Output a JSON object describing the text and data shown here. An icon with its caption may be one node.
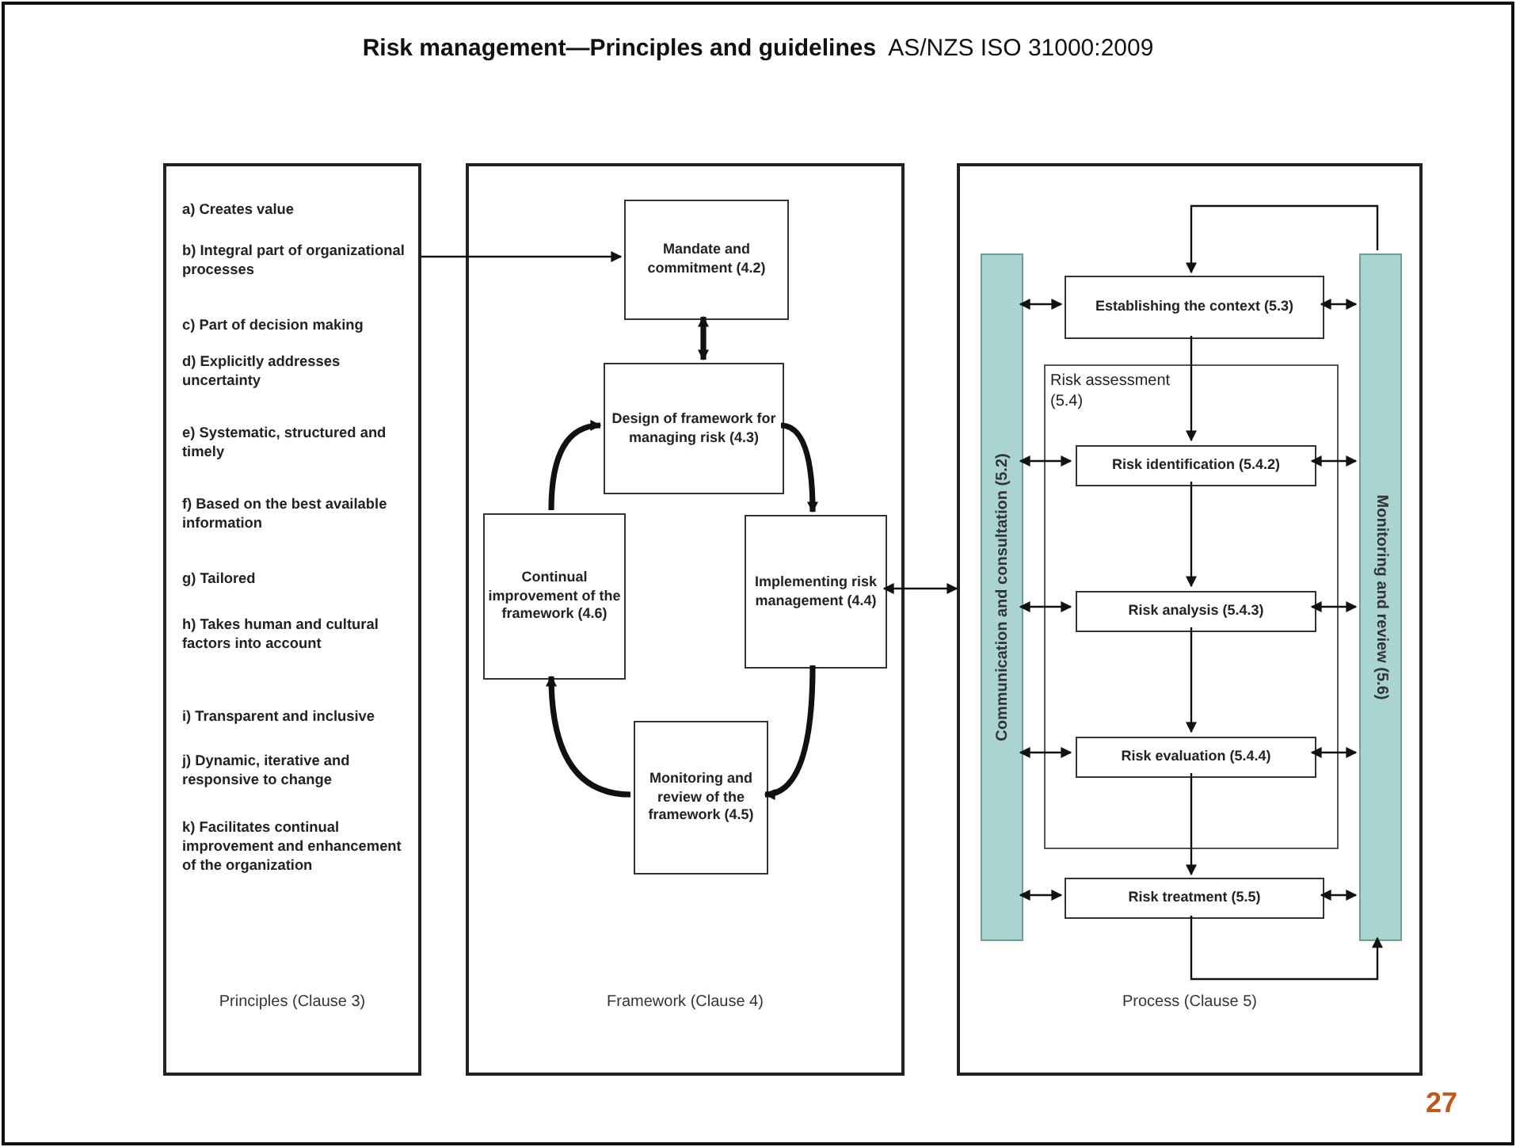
{
  "diagram": {
    "title": "**Risk management—Principles and guidelines**  AS/NZS ISO 31000:2009",
    "nodes": [
      {
        "text": [
          "a) Creates value",
          "b) Integral part of organizational processes",
          "c) Part of decision making",
          "d) Explicitly addresses uncertainty",
          "e) Systematic, structured and timely",
          "f) Based on the best available information",
          "g) Tailored",
          "h) Takes human and cultural factors into account",
          "i) Transparent and inclusive",
          "j) Dynamic, iterative and responsive to change",
          "k) Facilitates continual improvement and enhancement of the organization",
          "Principles (Clause 3)"
        ]
      },
      {
        "text": [
          "Framework (Clause 4)"
        ]
      },
      {
        "text": [
          "Mandate and commitment (4.2)"
        ],
        "in": 1
      },
      {
        "text": [
          "Design of framework for managing risk (4.3)"
        ],
        "in": 1
      },
      {
        "text": [
          "Continual improvement of the framework (4.6)"
        ],
        "in": 1
      },
      {
        "text": [
          "Implementing risk management (4.4)"
        ],
        "in": 1
      },
      {
        "text": [
          "Monitoring and review of the framework (4.5)"
        ],
        "in": 1
      },
      {
        "text": [
          "Process (Clause 5)"
        ]
      },
      {
        "text": [
          "Communication and consultation (5.2)"
        ],
        "in": 7
      },
      {
        "text": [
          "Monitoring and review (5.6)"
        ],
        "in": 7
      },
      {
        "text": [
          "Establishing the context (5.3)"
        ],
        "in": 7
      },
      {
        "text": [
          "Risk assessment (5.4)"
        ],
        "in": 7
      },
      {
        "text": [
          "Risk identification (5.4.2)"
        ],
        "in": 11
      },
      {
        "text": [
          "Risk analysis (5.4.3)"
        ],
        "in": 11
      },
      {
        "text": [
          "Risk evaluation (5.4.4)"
        ],
        "in": 11
      },
      {
        "text": [
          "Risk treatment (5.5)"
        ],
        "in": 7
      }
    ],
    "edges": [
      {
        "from": 0,
        "to": 2,
        "arrow": "to"
      },
      {
        "from": 2,
        "to": 3,
        "arrow": "both",
        "style": "thick"
      },
      {
        "from": 3,
        "to": 5,
        "arrow": "to",
        "style": "thick"
      },
      {
        "from": 5,
        "to": 6,
        "arrow": "to",
        "style": "thick"
      },
      {
        "from": 6,
        "to": 4,
        "arrow": "to",
        "style": "thick"
      },
      {
        "from": 4,
        "to": 3,
        "arrow": "to",
        "style": "thick"
      },
      {
        "from": 5,
        "to": 7,
        "arrow": "both"
      },
      {
        "from": 8,
        "to": 10,
        "arrow": "both"
      },
      {
        "from": 10,
        "to": 9,
        "arrow": "both"
      },
      {
        "from": 8,
        "to": 12,
        "arrow": "both"
      },
      {
        "from": 12,
        "to": 9,
        "arrow": "both"
      },
      {
        "from": 8,
        "to": 13,
        "arrow": "both"
      },
      {
        "from": 13,
        "to": 9,
        "arrow": "both"
      },
      {
        "from": 8,
        "to": 14,
        "arrow": "both"
      },
      {
        "from": 14,
        "to": 9,
        "arrow": "both"
      },
      {
        "from": 8,
        "to": 15,
        "arrow": "both"
      },
      {
        "from": 15,
        "to": 9,
        "arrow": "both"
      },
      {
        "from": 10,
        "to": 12,
        "arrow": "to"
      },
      {
        "from": 12,
        "to": 13,
        "arrow": "to"
      },
      {
        "from": 13,
        "to": 14,
        "arrow": "to"
      },
      {
        "from": 14,
        "to": 15,
        "arrow": "to"
      },
      {
        "from": 15,
        "to": 9,
        "arrow": "to"
      },
      {
        "from": 9,
        "to": 10,
        "arrow": "to"
      }
    ],
    "labels": [
      "27"
    ]
  }
}
